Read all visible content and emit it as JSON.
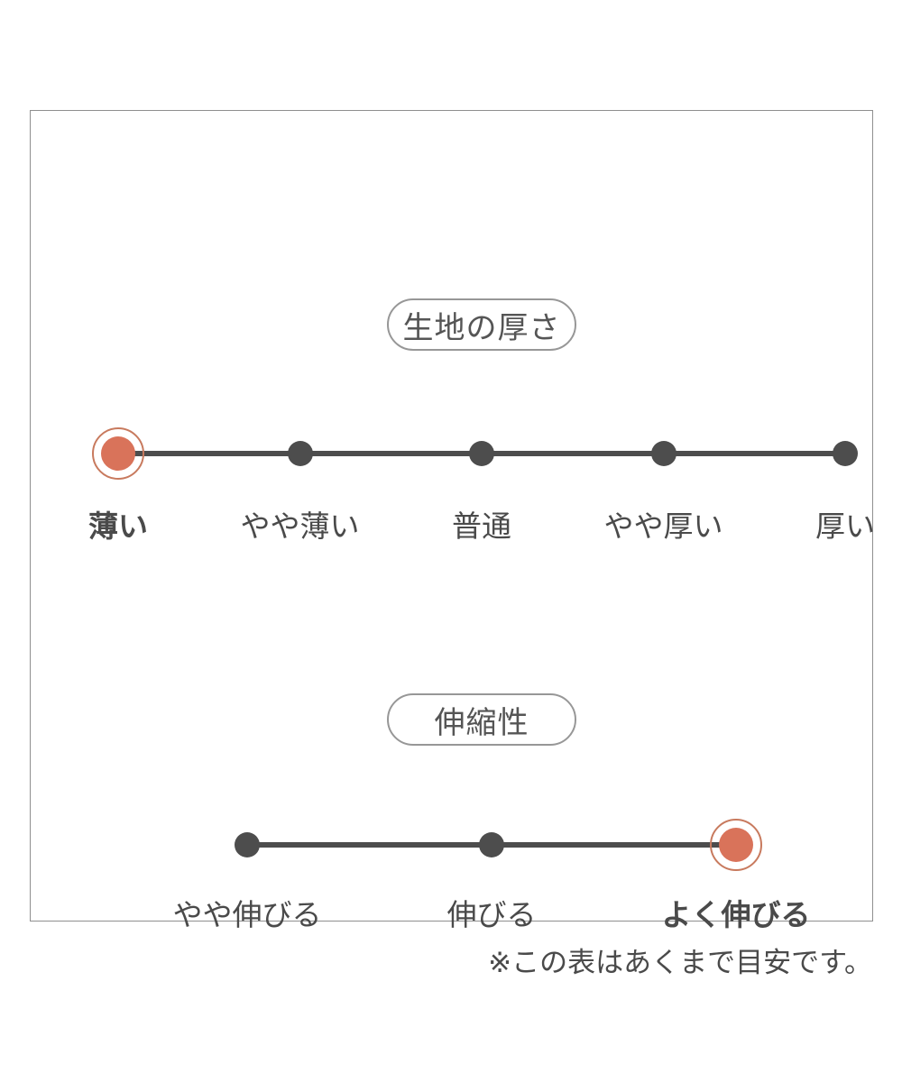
{
  "footer": {
    "note": "※この表はあくまで目安です。"
  },
  "colors": {
    "line": "#4d4d4d",
    "dot": "#4d4d4d",
    "text": "#4a4a4a",
    "pill-border": "#979797",
    "pill-text": "#555555",
    "box-border": "#8f8f8f",
    "selected-dot": "#d9735a",
    "selected-ring": "#c87a5e",
    "bg": "#ffffff"
  },
  "chart_data": [
    {
      "type": "scale",
      "title": "生地の厚さ",
      "categories": [
        "薄い",
        "やや薄い",
        "普通",
        "やや厚い",
        "厚い"
      ],
      "selected_index": 0,
      "selected_label": "薄い",
      "num_steps": 5,
      "legend_position": "none",
      "grid": false
    },
    {
      "type": "scale",
      "title": "伸縮性",
      "categories": [
        "やや伸びる",
        "伸びる",
        "よく伸びる"
      ],
      "selected_index": 2,
      "selected_label": "よく伸びる",
      "num_steps": 3,
      "legend_position": "none",
      "grid": false
    }
  ]
}
